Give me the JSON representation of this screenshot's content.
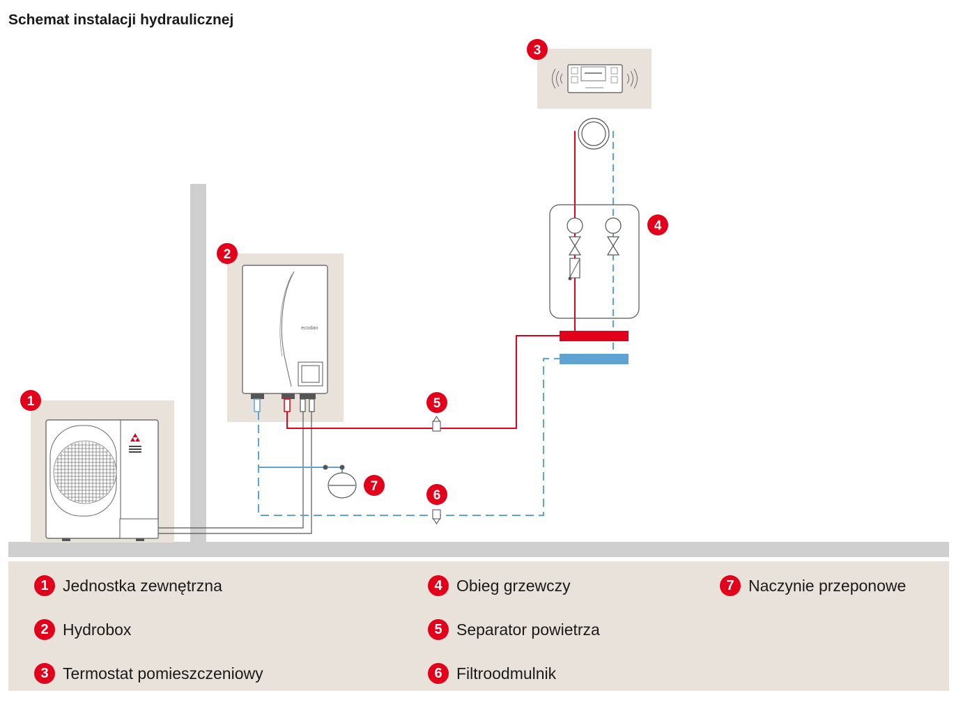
{
  "title": "Schemat instalacji hydraulicznej",
  "badges": [
    "1",
    "2",
    "3",
    "4",
    "5",
    "6",
    "7"
  ],
  "device_labels": {
    "hydrobox_brand": "ecodan"
  },
  "legend": [
    {
      "num": "1",
      "text": "Jednostka zewnętrzna"
    },
    {
      "num": "2",
      "text": "Hydrobox"
    },
    {
      "num": "3",
      "text": "Termostat pomieszczeniowy"
    },
    {
      "num": "4",
      "text": "Obieg grzewczy"
    },
    {
      "num": "5",
      "text": "Separator powietrza"
    },
    {
      "num": "6",
      "text": "Filtroodmulnik"
    },
    {
      "num": "7",
      "text": "Naczynie przeponowe"
    }
  ],
  "colors": {
    "accent": "#e3001b",
    "supply": "#e3001b",
    "return": "#5fa3d3",
    "panel": "#e9e2da",
    "structure": "#cfcfcf"
  }
}
